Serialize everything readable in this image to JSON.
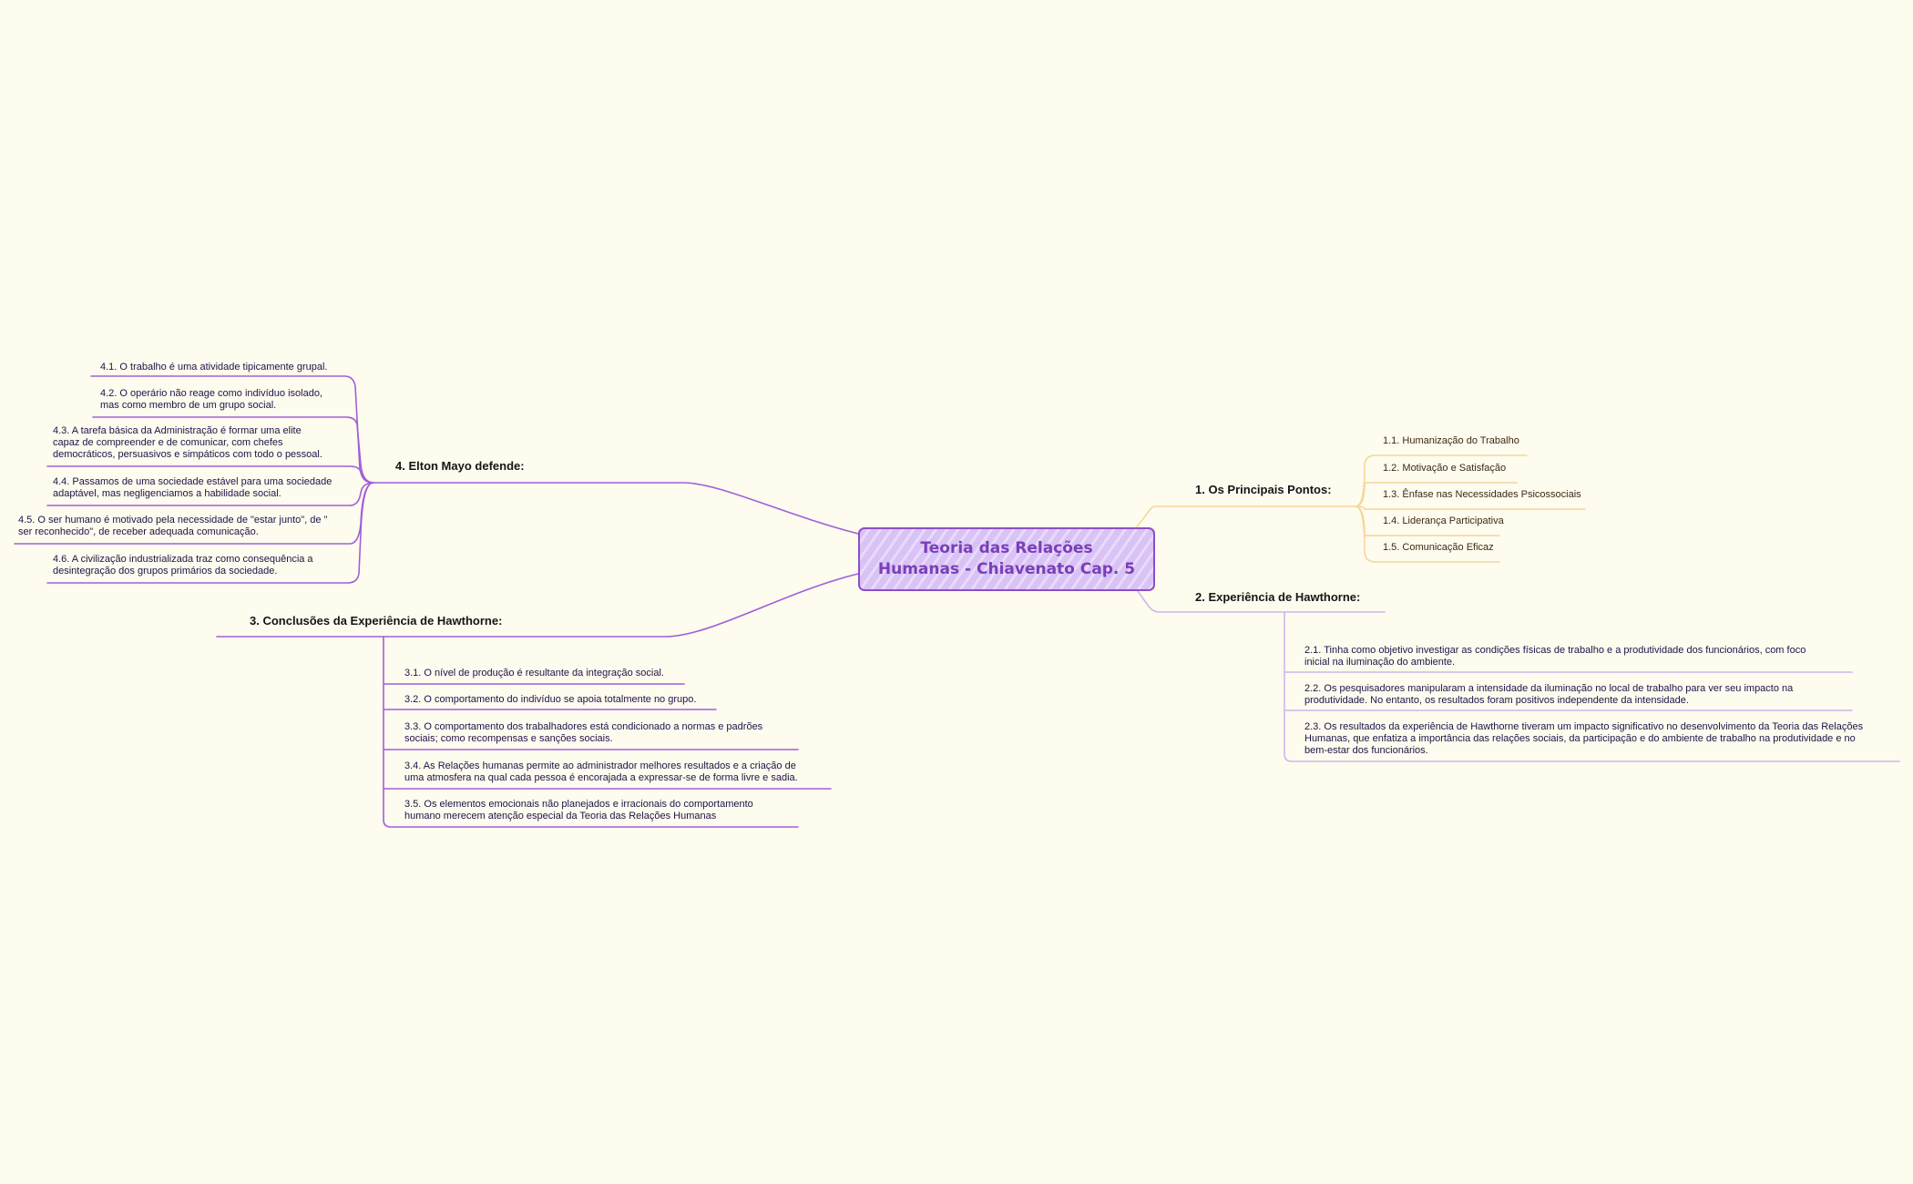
{
  "central_topic": "Teoria das Relações\nHumanas - Chiavenato Cap. 5",
  "colors": {
    "background": "#fefbef",
    "purple_branch": "#a05fd8",
    "light_purple_branch": "#c9b9ec",
    "yellow_branch": "#f2d89a",
    "central_fill": "#d9c2f5",
    "central_border": "#8a4fc9"
  },
  "branches": {
    "b1": {
      "title": "1. Os Principais Pontos:",
      "items": [
        "1.1. Humanização do Trabalho",
        "1.2. Motivação e Satisfação",
        "1.3. Ênfase nas Necessidades Psicossociais",
        "1.4. Liderança Participativa",
        "1.5. Comunicação Eficaz"
      ]
    },
    "b2": {
      "title": "2. Experiência de Hawthorne:",
      "items": [
        [
          "2.1.  Tinha como objetivo investigar as condições físicas de trabalho e a produtividade dos funcionários, com foco",
          "inicial na iluminação do ambiente."
        ],
        [
          "2.2. Os pesquisadores manipularam a intensidade da iluminação no local de trabalho para ver seu impacto na",
          "produtividade. No entanto, os resultados foram positivos independente da intensidade."
        ],
        [
          "2.3. Os resultados da experiência de Hawthorne tiveram um impacto significativo no desenvolvimento da Teoria das Relações",
          "Humanas, que enfatiza a importância das relações sociais, da participação e do ambiente de trabalho na produtividade e no",
          "bem-estar dos funcionários."
        ]
      ]
    },
    "b3": {
      "title": "3. Conclusões da Experiência de Hawthorne:",
      "items": [
        [
          "3.1. O nível de produção é resultante da integração social."
        ],
        [
          "3.2. O comportamento do indivíduo se apoia totalmente no grupo."
        ],
        [
          "3.3. O comportamento dos trabalhadores está condicionado a normas e padrões",
          "sociais; como recompensas e sanções sociais."
        ],
        [
          "3.4. As Relações humanas permite ao administrador melhores resultados e a criação de",
          "uma atmosfera na qual cada pessoa é encorajada a expressar-se de forma livre e sadia."
        ],
        [
          "3.5. Os elementos emocionais não planejados e irracionais do comportamento",
          "humano merecem atenção especial da Teoria das Relações Humanas"
        ]
      ]
    },
    "b4": {
      "title": "4. Elton Mayo defende:",
      "items": [
        [
          "4.1. O trabalho é uma atividade tipicamente grupal."
        ],
        [
          "4.2. O operário não reage como indivíduo isolado,",
          "mas como membro de um grupo social."
        ],
        [
          "4.3. A tarefa básica da Administração é formar uma elite",
          "capaz de compreender e de comunicar, com chefes",
          "democráticos, persuasivos e simpáticos com todo o pessoal."
        ],
        [
          "4.4. Passamos de uma sociedade estável para uma sociedade",
          "adaptável, mas negligenciamos a habilidade social."
        ],
        [
          "4.5. O ser humano é motivado pela necessidade de \"estar junto\", de \"",
          "ser reconhecido\", de receber adequada comunicação."
        ],
        [
          "4.6. A civilização industrializada traz como consequência a",
          "desintegração dos grupos primários da sociedade."
        ]
      ]
    }
  }
}
